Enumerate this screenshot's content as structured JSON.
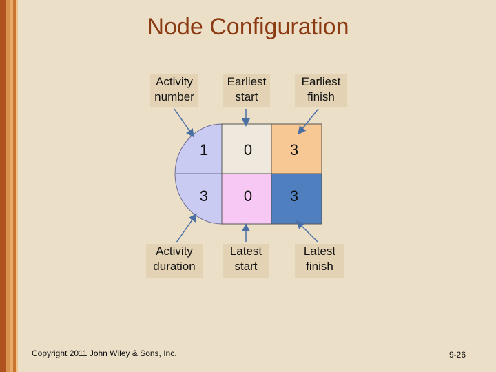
{
  "title": "Node Configuration",
  "labels": {
    "activity_number": "Activity number",
    "earliest_start": "Earliest start",
    "earliest_finish": "Earliest finish",
    "activity_duration": "Activity duration",
    "latest_start": "Latest start",
    "latest_finish": "Latest finish"
  },
  "node": {
    "activity_number": "1",
    "earliest_start": "0",
    "earliest_finish": "3",
    "activity_duration": "3",
    "latest_start": "0",
    "latest_finish": "3"
  },
  "colors": {
    "title": "#8b3a12",
    "left_cell": "#c9cbf3",
    "earliest_start_cell": "#efe8dc",
    "earliest_finish_cell": "#f7c794",
    "latest_start_cell": "#f8c8f4",
    "latest_finish_cell": "#4f7fbf",
    "arrow": "#4a6fa5"
  },
  "footer": {
    "copyright": "Copyright 2011 John Wiley & Sons, Inc.",
    "page_number": "9-26"
  }
}
